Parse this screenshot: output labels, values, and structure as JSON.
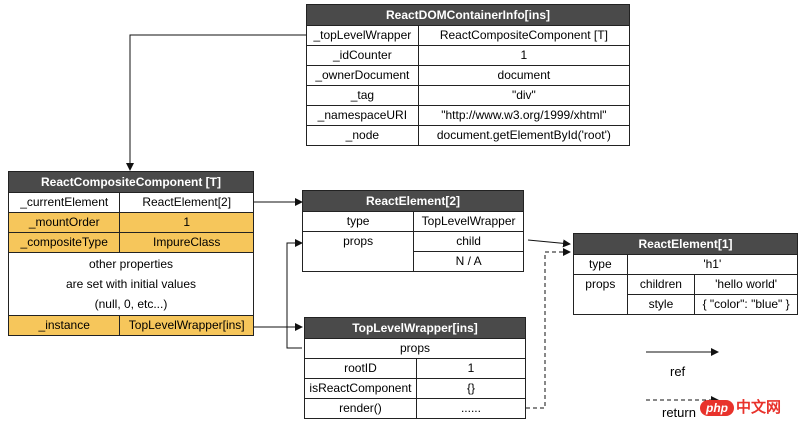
{
  "container_info": {
    "title": "ReactDOMContainerInfo[ins]",
    "rows": [
      {
        "key": "_topLevelWrapper",
        "value": "ReactCompositeComponent [T]"
      },
      {
        "key": "_idCounter",
        "value": "1"
      },
      {
        "key": "_ownerDocument",
        "value": "document"
      },
      {
        "key": "_tag",
        "value": "\"div\""
      },
      {
        "key": "_namespaceURI",
        "value": "\"http://www.w3.org/1999/xhtml\""
      },
      {
        "key": "_node",
        "value": "document.getElementById('root')"
      }
    ]
  },
  "composite_component": {
    "title": "ReactCompositeComponent [T]",
    "current_element": {
      "key": "_currentElement",
      "value": "ReactElement[2]"
    },
    "mount_order": {
      "key": "_mountOrder",
      "value": "1"
    },
    "composite_type": {
      "key": "_compositeType",
      "value": "ImpureClass"
    },
    "other_note": [
      "other properties",
      "are set with initial values",
      "(null, 0, etc...)"
    ],
    "instance": {
      "key": "_instance",
      "value": "TopLevelWrapper[ins]"
    }
  },
  "react_element_2": {
    "title": "ReactElement[2]",
    "type_key": "type",
    "type_value": "TopLevelWrapper",
    "props_key": "props",
    "props_value_1": "child",
    "props_value_2": "N / A"
  },
  "react_element_1": {
    "title": "ReactElement[1]",
    "type_key": "type",
    "type_value": "'h1'",
    "props_key": "props",
    "children_key": "children",
    "children_value": "'hello world'",
    "style_key": "style",
    "style_value": "{ \"color\": \"blue\" }"
  },
  "top_level_wrapper": {
    "title": "TopLevelWrapper[ins]",
    "props_label": "props",
    "rows": [
      {
        "key": "rootID",
        "value": "1"
      },
      {
        "key": "isReactComponent",
        "value": "{}"
      },
      {
        "key": "render()",
        "value": "......"
      }
    ]
  },
  "legend": {
    "ref_label": "ref",
    "return_label": "return"
  },
  "watermark": {
    "logo": "php",
    "site": "中文网"
  },
  "colors": {
    "header": "#4a4a4a",
    "highlight": "#f6c65b",
    "line": "#222222",
    "watermark": "#e8322b"
  }
}
